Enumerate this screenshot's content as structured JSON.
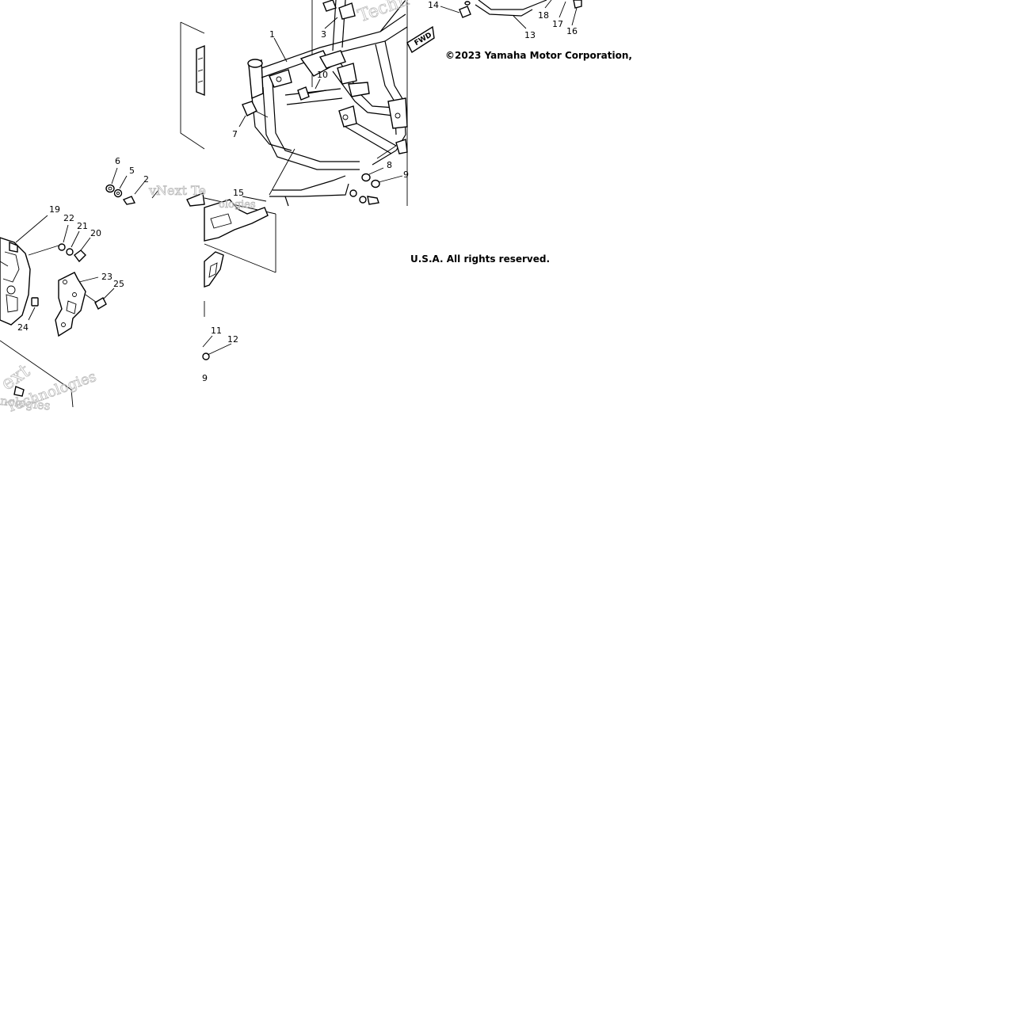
{
  "diagram": {
    "callouts": [
      "1",
      "2",
      "3",
      "5",
      "6",
      "7",
      "8",
      "9",
      "9",
      "10",
      "11",
      "12",
      "13",
      "14",
      "15",
      "16",
      "17",
      "18",
      "19",
      "20",
      "21",
      "22",
      "23",
      "24",
      "25"
    ],
    "fwd_label": "FWD",
    "watermarks": [
      "vNext Te",
      "Techn",
      "ext",
      "nologies",
      "Technologies",
      "ologies"
    ]
  },
  "copyright": {
    "line1": "©2023 Yamaha Motor Corporation,",
    "line2": "U.S.A. All rights reserved."
  }
}
